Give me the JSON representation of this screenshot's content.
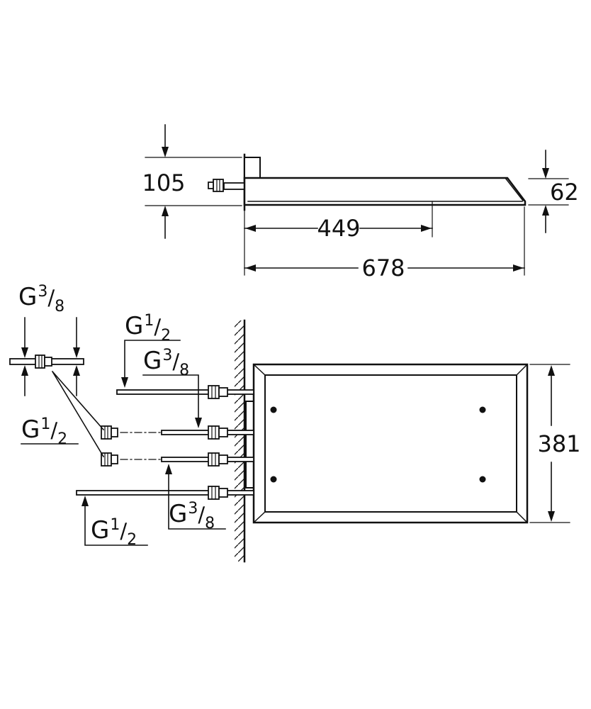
{
  "drawing": {
    "colors": {
      "line": "#111111",
      "background": "#ffffff"
    },
    "side_view": {
      "dims": {
        "height": "105",
        "thickness": "62",
        "spray_center": "449",
        "total_length": "678"
      }
    },
    "plan_view": {
      "dims": {
        "depth": "381"
      },
      "labels": {
        "g38_detail": {
          "p": "G",
          "n": "3",
          "s": "/",
          "d": "8"
        },
        "g12_top": {
          "p": "G",
          "n": "1",
          "s": "/",
          "d": "2"
        },
        "g38_mid": {
          "p": "G",
          "n": "3",
          "s": "/",
          "d": "8"
        },
        "g12_left": {
          "p": "G",
          "n": "1",
          "s": "/",
          "d": "2"
        },
        "g38_bottom": {
          "p": "G",
          "n": "3",
          "s": "/",
          "d": "8"
        },
        "g12_bottom": {
          "p": "G",
          "n": "1",
          "s": "/",
          "d": "2"
        }
      }
    }
  }
}
